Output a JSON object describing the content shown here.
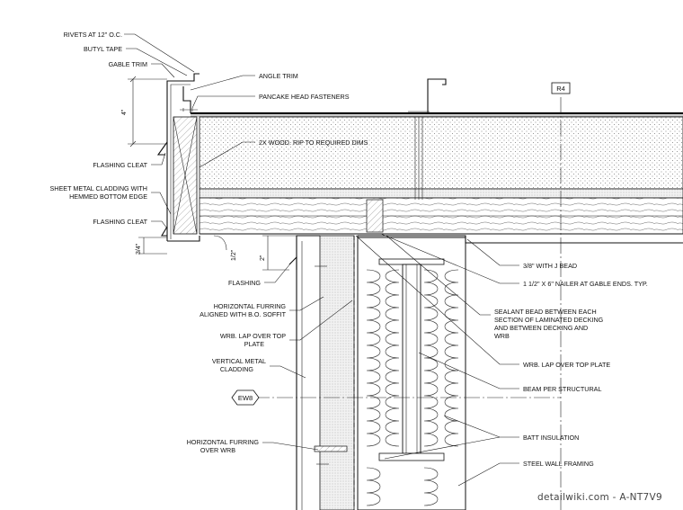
{
  "labels_left": {
    "rivets": "RIVETS AT 12\" O.C.",
    "butyl_tape": "BUTYL TAPE",
    "gable_trim": "GABLE TRIM",
    "flashing_cleat_upper": "FLASHING CLEAT",
    "sheet_metal_1": "SHEET METAL  CLADDING WITH",
    "sheet_metal_2": "HEMMED BOTTOM EDGE",
    "flashing_cleat_lower": "FLASHING CLEAT",
    "flashing": "FLASHING",
    "horiz_furring_1": "HORIZONTAL FURRING",
    "horiz_furring_2": "ALIGNED WITH B.O. SOFFIT",
    "wrb_lap_1": "WRB. LAP OVER TOP",
    "wrb_lap_2": "PLATE",
    "vert_metal_1": "VERTICAL METAL",
    "vert_metal_2": "CLADDING",
    "furring_wrb_1": "HORIZONTAL FURRING",
    "furring_wrb_2": "OVER WRB"
  },
  "labels_top": {
    "angle_trim": "ANGLE TRIM",
    "pancake": "PANCAKE HEAD FASTENERS",
    "rip": "2X WOOD. RIP TO REQUIRED DIMS"
  },
  "labels_right": {
    "j_bead": "3/8\" WITH J BEAD",
    "nailer": "1 1/2\" X 6\" NAILER AT GABLE ENDS. TYP.",
    "sealant_1": "SEALANT BEAD BETWEEN EACH",
    "sealant_2": "SECTION OF LAMINATED DECKING",
    "sealant_3": "AND  BETWEEN DECKING AND",
    "sealant_4": "WRB",
    "wrb_lap": "WRB. LAP OVER TOP PLATE",
    "beam": "BEAM PER STRUCTURAL",
    "batt": "BATT INSULATION",
    "steel": "STEEL WALL FRAMING"
  },
  "dimensions": {
    "d4": "4\"",
    "d34": "3/4\"",
    "d12": "1/2\"",
    "d2": "2\""
  },
  "tags": {
    "r4": "R4",
    "ew8": "EW8"
  },
  "watermark": "detailwiki.com - A-NT7V9"
}
